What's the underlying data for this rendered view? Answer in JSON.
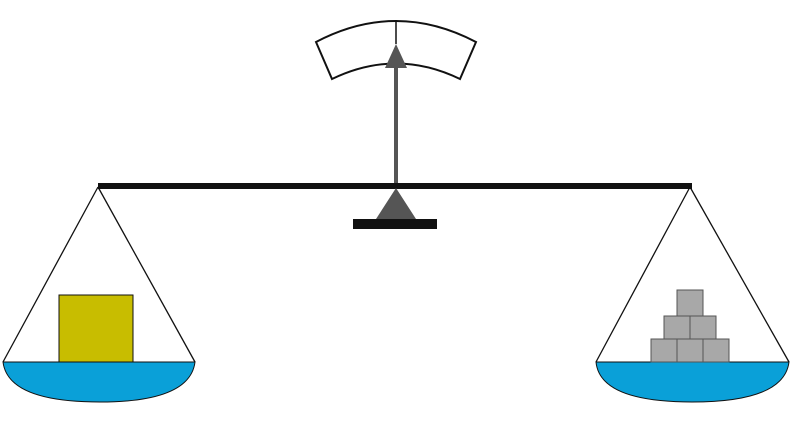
{
  "diagram": {
    "colors": {
      "background": "#ffffff",
      "beam": "#111111",
      "pointer": "#555555",
      "fulcrum": "#555555",
      "base": "#111111",
      "pan_fill": "#0aa0d8",
      "string": "#111111",
      "object_fill": "#c8bd00",
      "weight_fill": "#a8a8a8",
      "weight_stroke": "#555555",
      "dial_fill": "#ffffff",
      "dial_stroke": "#111111"
    },
    "left_pan": {
      "object": "single-block"
    },
    "right_pan": {
      "weights": {
        "rows": [
          3,
          2,
          1
        ]
      }
    }
  }
}
